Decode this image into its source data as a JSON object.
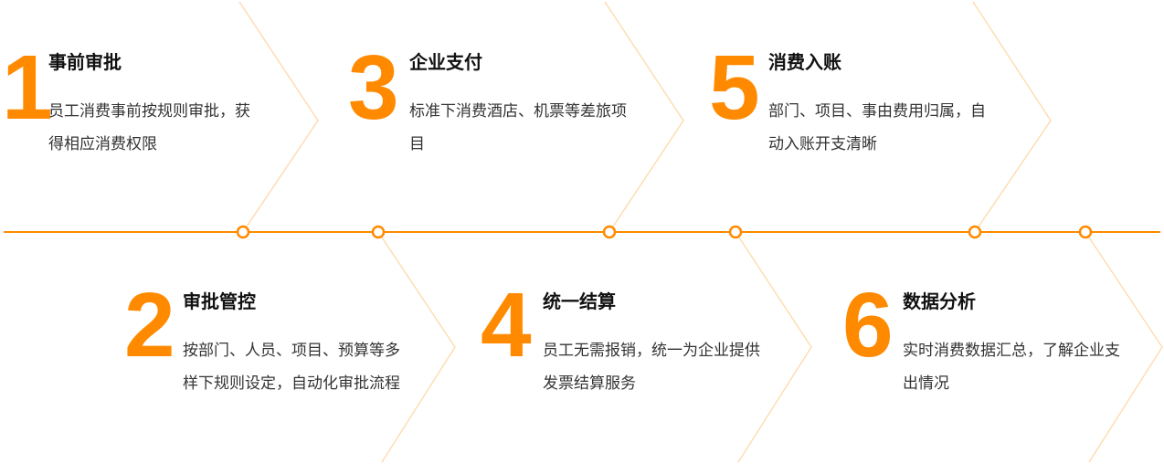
{
  "accent_color": "#ff8a00",
  "steps": [
    {
      "number": "1",
      "title": "事前审批",
      "description": "员工消费事前按规则审批，获得相应消费权限"
    },
    {
      "number": "2",
      "title": "审批管控",
      "description": "按部门、人员、项目、预算等多样下规则设定，自动化审批流程"
    },
    {
      "number": "3",
      "title": "企业支付",
      "description": "标准下消费酒店、机票等差旅项目"
    },
    {
      "number": "4",
      "title": "统一结算",
      "description": "员工无需报销，统一为企业提供发票结算服务"
    },
    {
      "number": "5",
      "title": "消费入账",
      "description": "部门、项目、事由费用归属，自动入账开支清晰"
    },
    {
      "number": "6",
      "title": "数据分析",
      "description": "实时消费数据汇总，了解企业支出情况"
    }
  ]
}
